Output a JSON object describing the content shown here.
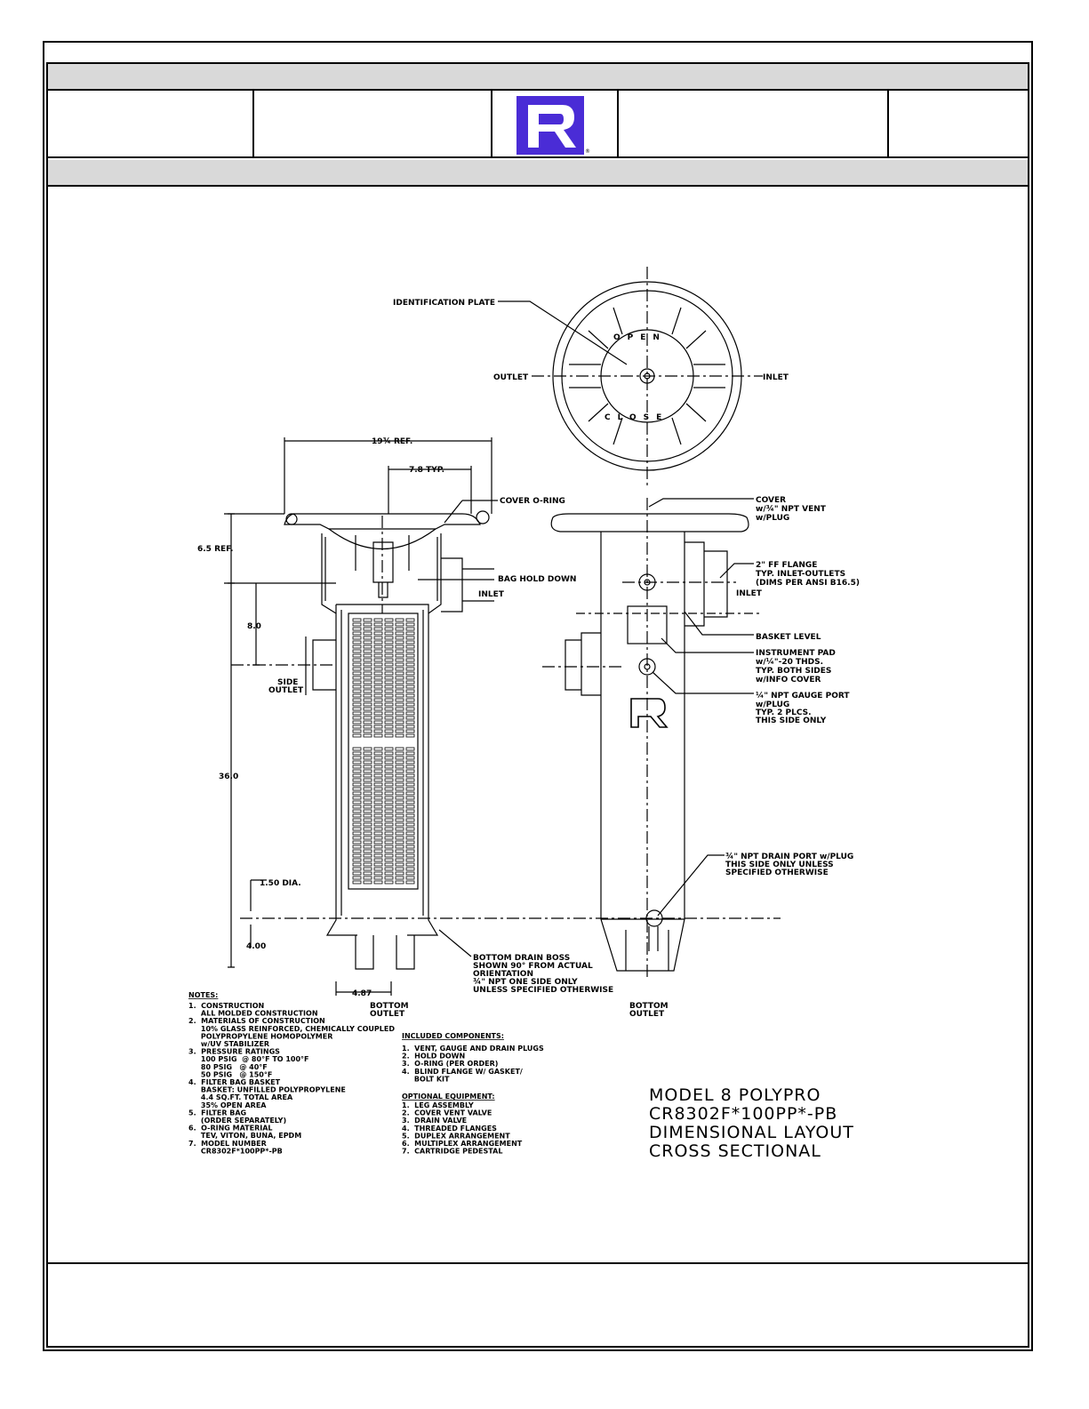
{
  "brand": {
    "logo_letter": "R",
    "registered_mark": "®",
    "color": "#4a2cd6"
  },
  "title_block": {
    "model": "MODEL 8 POLYPRO",
    "part": "CR8302F*100PP*-PB",
    "line3": "DIMENSIONAL LAYOUT",
    "line4": "CROSS SECTIONAL"
  },
  "top_view": {
    "identification_plate": "IDENTIFICATION PLATE",
    "outlet": "OUTLET",
    "inlet": "INLET",
    "open": "OPEN",
    "close": "CLOSE"
  },
  "section_view": {
    "dim_width": "19¾ REF.",
    "dim_typ": "7.8 TYP.",
    "cover_oring": "COVER O-RING",
    "dim_top": "6.5 REF.",
    "bag_hold_down": "BAG HOLD DOWN",
    "inlet": "INLET",
    "dim_80": "8.0",
    "side_outlet_1": "SIDE",
    "side_outlet_2": "OUTLET",
    "dim_height": "36.0",
    "dim_dia": "1.50 DIA.",
    "dim_400": "4.00",
    "dim_487": "4.87",
    "bottom_outlet_1": "BOTTOM",
    "bottom_outlet_2": "OUTLET",
    "bottom_drain": [
      "BOTTOM DRAIN BOSS",
      "SHOWN 90° FROM ACTUAL",
      "ORIENTATION",
      "¾\" NPT ONE SIDE ONLY",
      "UNLESS SPECIFIED OTHERWISE"
    ]
  },
  "side_view": {
    "cover": [
      "COVER",
      "w/¾\" NPT VENT",
      "w/PLUG"
    ],
    "flange": [
      "2\" FF FLANGE",
      "TYP. INLET-OUTLETS",
      "(DIMS PER ANSI B16.5)"
    ],
    "inlet": "INLET",
    "basket_level": "BASKET LEVEL",
    "instrument_pad": [
      "INSTRUMENT PAD",
      "w/¼\"-20 THDS.",
      "TYP. BOTH SIDES",
      "w/INFO COVER"
    ],
    "gauge_port": [
      "¼\" NPT GAUGE PORT",
      "w/PLUG",
      "TYP. 2 PLCS.",
      "THIS SIDE ONLY"
    ],
    "drain_port": [
      "¾\" NPT DRAIN PORT w/PLUG",
      "THIS SIDE ONLY UNLESS",
      "SPECIFIED OTHERWISE"
    ],
    "bottom_outlet_1": "BOTTOM",
    "bottom_outlet_2": "OUTLET"
  },
  "notes": {
    "heading": "NOTES:",
    "lines": [
      "1.  CONSTRUCTION",
      "     ALL MOLDED CONSTRUCTION",
      "2.  MATERIALS OF CONSTRUCTION",
      "     10% GLASS REINFORCED, CHEMICALLY COUPLED",
      "     POLYPROPYLENE HOMOPOLYMER",
      "     w/UV STABILIZER",
      "3.  PRESSURE RATINGS",
      "     100 PSIG  @ 80°F TO 100°F",
      "     80 PSIG   @ 40°F",
      "     50 PSIG   @ 150°F",
      "4.  FILTER BAG BASKET",
      "     BASKET: UNFILLED POLYPROPYLENE",
      "     4.4 SQ.FT. TOTAL AREA",
      "     35% OPEN AREA",
      "5.  FILTER BAG",
      "     (ORDER SEPARATELY)",
      "6.  O-RING MATERIAL",
      "     TEV, VITON, BUNA, EPDM",
      "7.  MODEL NUMBER",
      "     CR8302F*100PP*-PB"
    ]
  },
  "included": {
    "heading": "INCLUDED COMPONENTS:",
    "lines": [
      "1.  VENT, GAUGE AND DRAIN PLUGS",
      "2.  HOLD DOWN",
      "3.  O-RING (PER ORDER)",
      "4.  BLIND FLANGE W/ GASKET/",
      "     BOLT KIT"
    ]
  },
  "optional": {
    "heading": "OPTIONAL EQUIPMENT:",
    "lines": [
      "1.  LEG ASSEMBLY",
      "2.  COVER VENT VALVE",
      "3.  DRAIN VALVE",
      "4.  THREADED FLANGES",
      "5.  DUPLEX ARRANGEMENT",
      "6.  MULTIPLEX ARRANGEMENT",
      "7.  CARTRIDGE PEDESTAL"
    ]
  }
}
